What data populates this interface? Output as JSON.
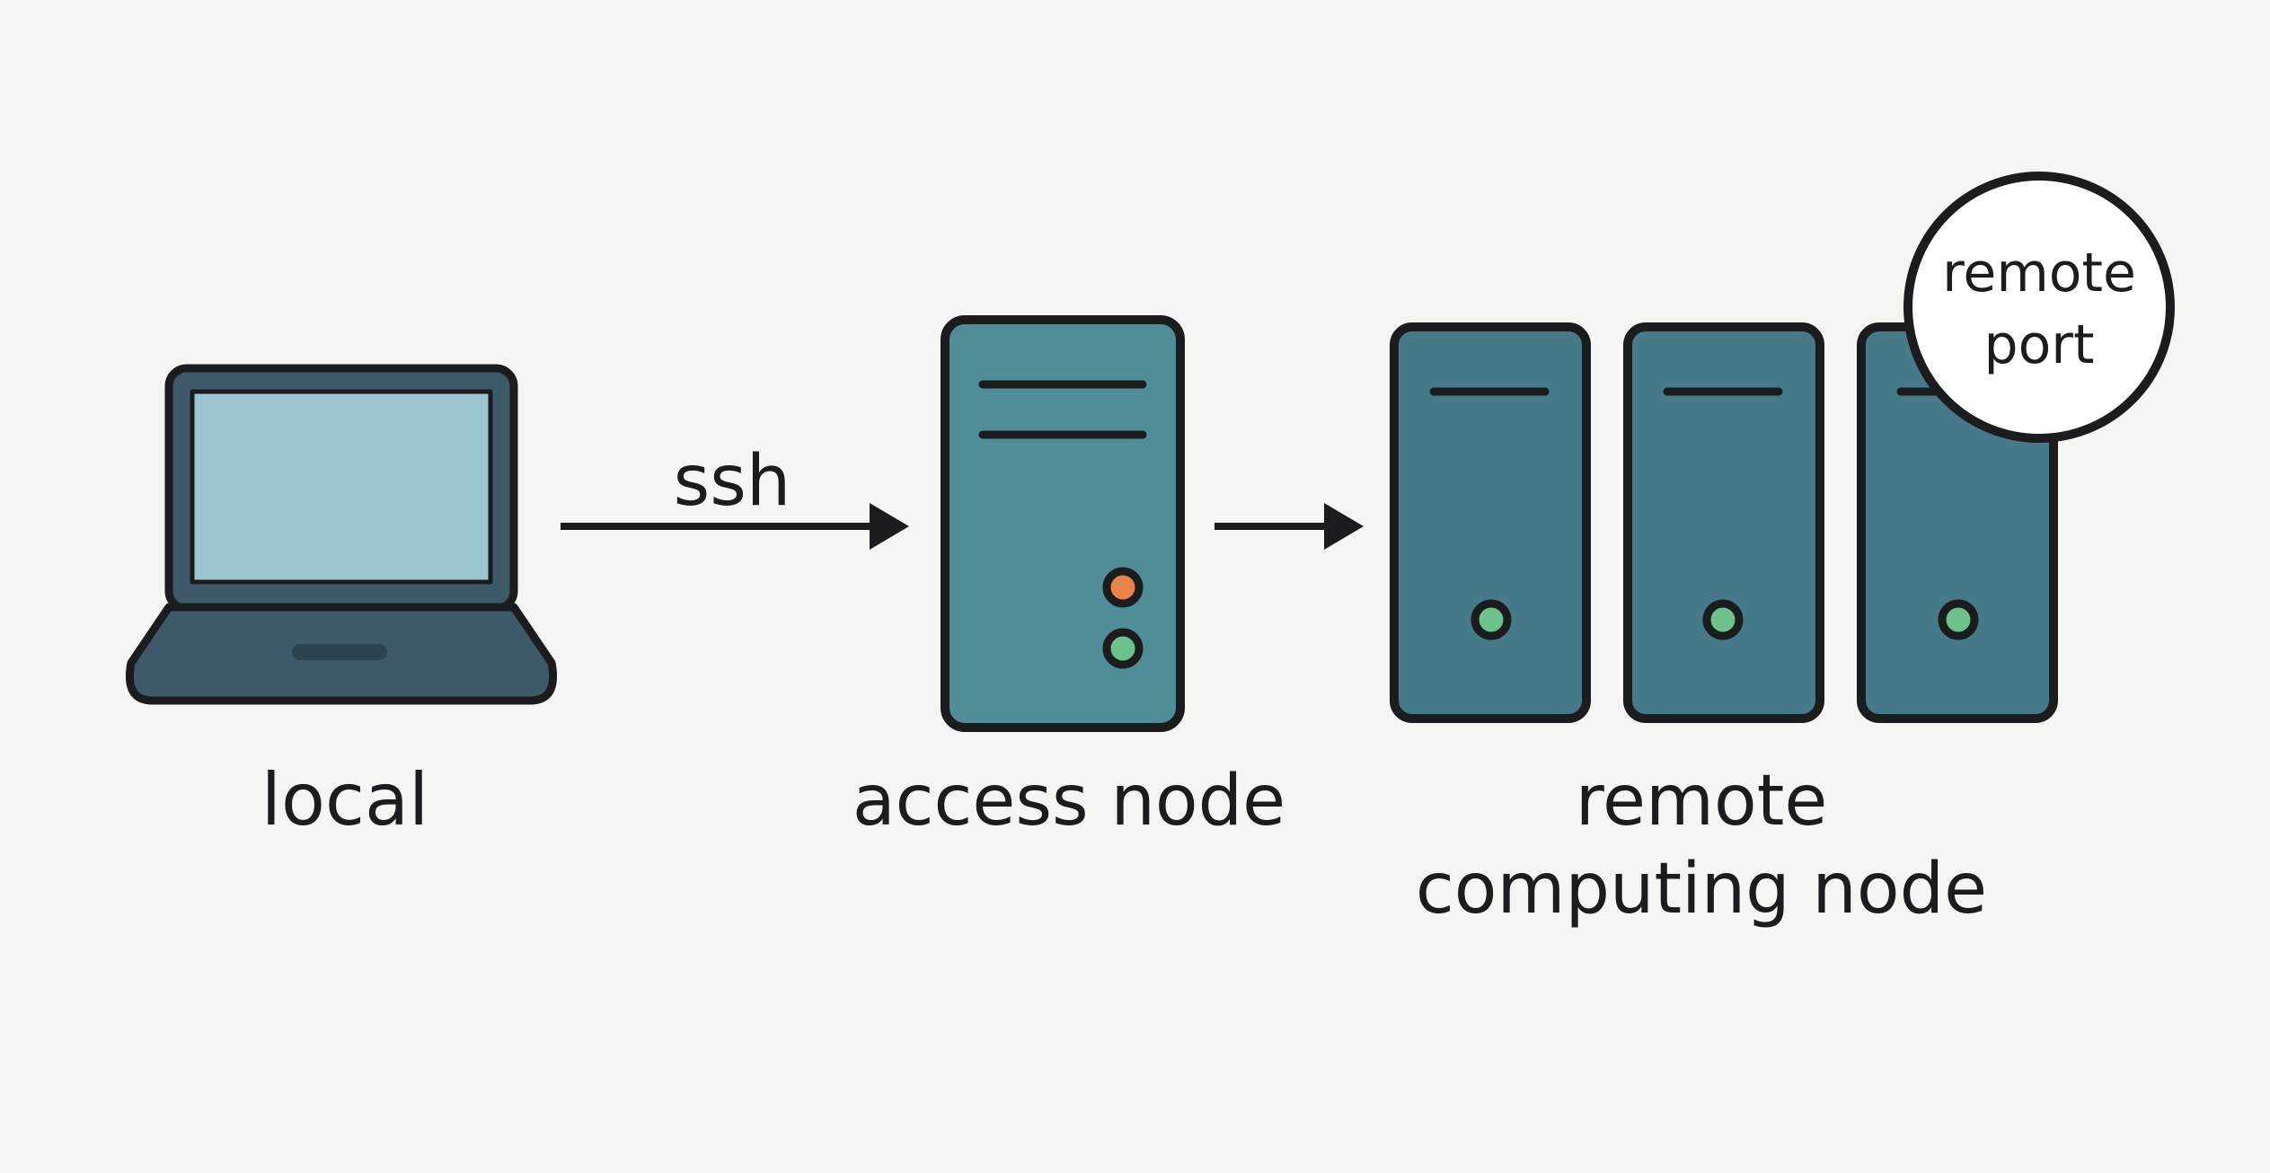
{
  "labels": {
    "local": "local",
    "ssh": "ssh",
    "access_node": "access node",
    "remote_line1": "remote",
    "remote_line2": "computing node",
    "port_line1": "remote",
    "port_line2": "port"
  },
  "colors": {
    "background": "#f5f5f4",
    "outline": "#1a1c1e",
    "laptop_body": "#3e5a68",
    "laptop_screen": "#9cc5d0",
    "access_node_fill": "#4f8d97",
    "compute_node_fill": "#477a89",
    "led_orange": "#e8834a",
    "led_green": "#6cc28a",
    "port_fill": "#ffffff"
  },
  "icons": {
    "local": "laptop-icon",
    "access_node": "server-icon",
    "remote_nodes": "server-rack-icon",
    "arrows": "arrow-right-icon"
  }
}
